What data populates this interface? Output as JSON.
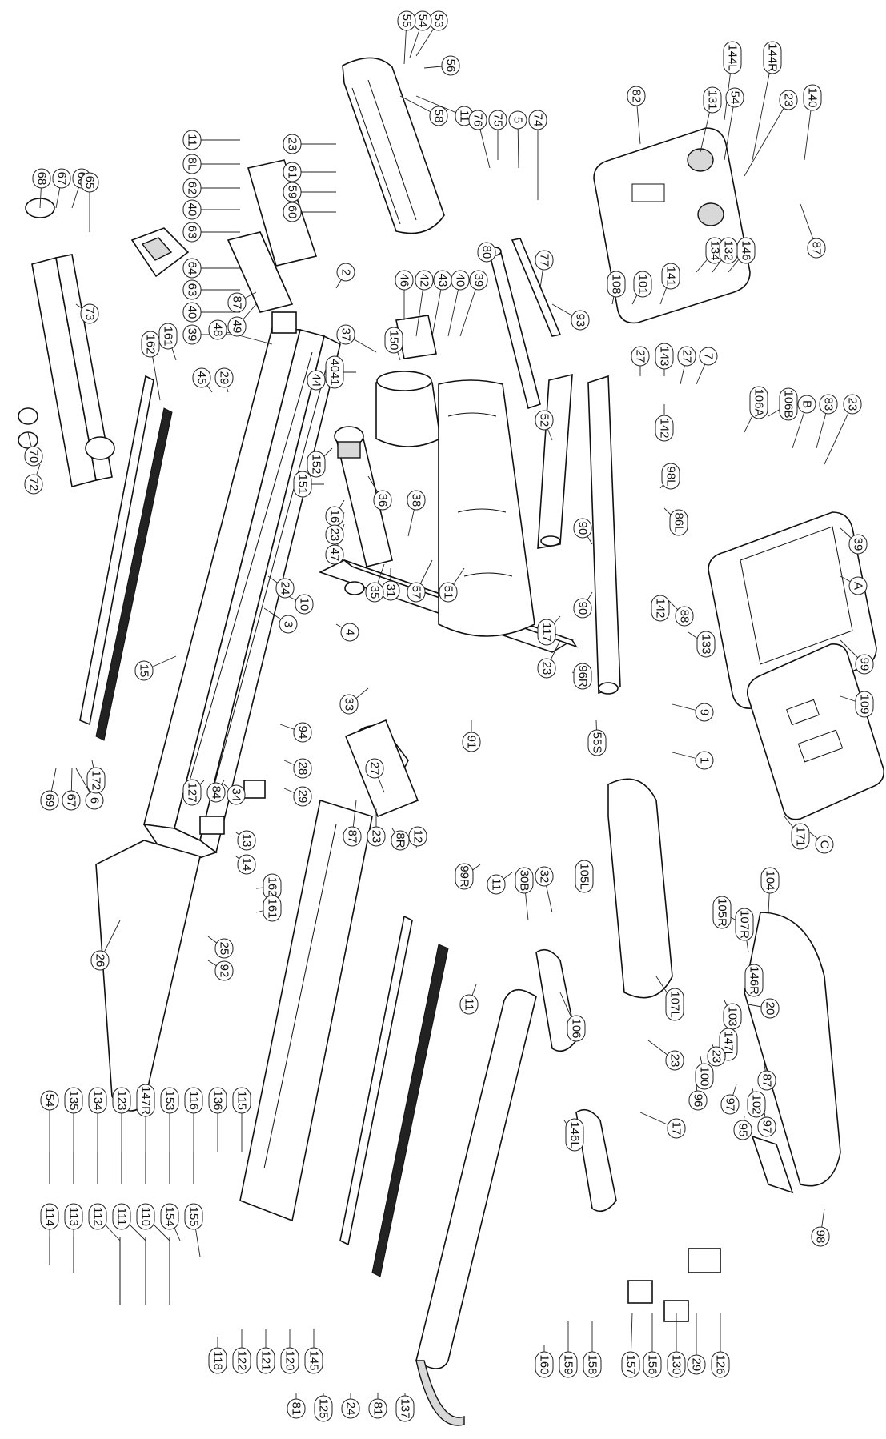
{
  "diagram": {
    "callouts": [
      "53",
      "54",
      "55",
      "56",
      "58",
      "11",
      "76",
      "75",
      "5",
      "74",
      "82",
      "144L",
      "144R",
      "54",
      "131",
      "23",
      "140",
      "87",
      "11",
      "8L",
      "62",
      "40",
      "63",
      "64",
      "63",
      "40",
      "39",
      "87",
      "49",
      "48",
      "23",
      "61",
      "59",
      "60",
      "2",
      "37",
      "46",
      "42",
      "43",
      "40",
      "39",
      "80",
      "77",
      "93",
      "150",
      "4041",
      "44",
      "68",
      "67",
      "66",
      "65",
      "73",
      "162",
      "161",
      "45",
      "29",
      "15",
      "6",
      "69",
      "67",
      "70",
      "72",
      "152",
      "151",
      "36",
      "38",
      "16",
      "23",
      "47",
      "31",
      "35",
      "57",
      "51",
      "52",
      "117",
      "23",
      "27",
      "143",
      "142",
      "27",
      "7",
      "108",
      "101",
      "141",
      "134",
      "132",
      "146",
      "90",
      "90",
      "98L",
      "86L",
      "142",
      "88",
      "133",
      "96R",
      "55S",
      "91",
      "4",
      "3",
      "10",
      "24",
      "33",
      "94",
      "9",
      "1",
      "106A",
      "106B",
      "B",
      "83",
      "23",
      "39",
      "A",
      "99",
      "109",
      "C",
      "171",
      "172",
      "127",
      "84",
      "34",
      "28",
      "29",
      "27",
      "87",
      "23",
      "8R",
      "12",
      "13",
      "14",
      "162",
      "161",
      "26",
      "25",
      "92",
      "99R",
      "11",
      "30B",
      "32",
      "105L",
      "11",
      "106",
      "107L",
      "23",
      "17",
      "146L",
      "104",
      "105R",
      "107R",
      "146R",
      "20",
      "103",
      "147L",
      "23",
      "100",
      "97",
      "102",
      "87",
      "96",
      "95",
      "97",
      "98",
      "54",
      "135",
      "134",
      "123",
      "147R",
      "153",
      "116",
      "136",
      "115",
      "114",
      "113",
      "112",
      "111",
      "110",
      "154",
      "155",
      "118",
      "122",
      "121",
      "120",
      "145",
      "160",
      "159",
      "158",
      "157",
      "156",
      "130",
      "29",
      "126",
      "81",
      "125",
      "24",
      "81",
      "137"
    ]
  }
}
